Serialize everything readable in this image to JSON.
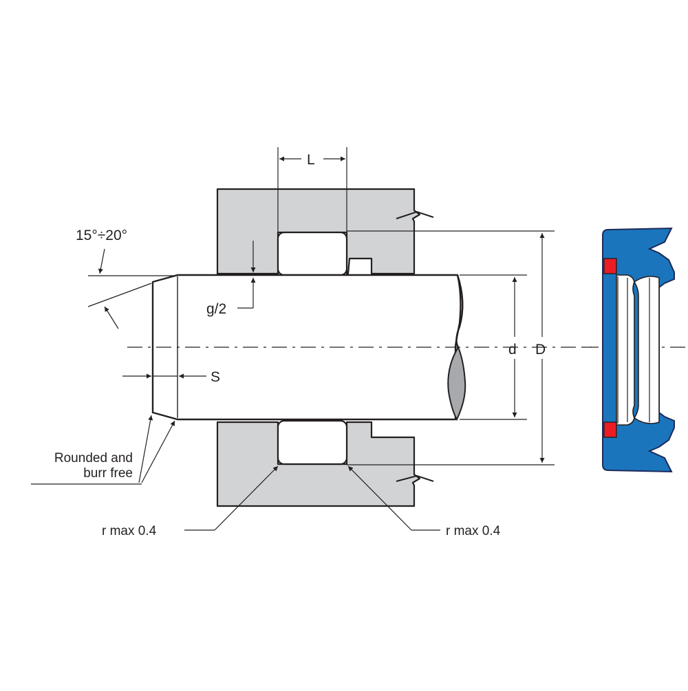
{
  "labels": {
    "length": "L",
    "angle": "15°÷20°",
    "gap": "g/2",
    "chamfer": "S",
    "rod_diameter": "d",
    "bore_diameter": "D",
    "edge_line1": "Rounded and",
    "edge_line2": "burr free",
    "radius_left": "r max 0.4",
    "radius_right": "r max 0.4"
  },
  "colors": {
    "housing_fill": "#d1d3d4",
    "seal_fill": "#1b75bc",
    "seal_stroke": "#1c2a5a",
    "insert_fill": "#ec1c24",
    "rod_fill": "#ffffff",
    "rod_break_fill": "#a7a9ac",
    "line": "#231f20"
  }
}
